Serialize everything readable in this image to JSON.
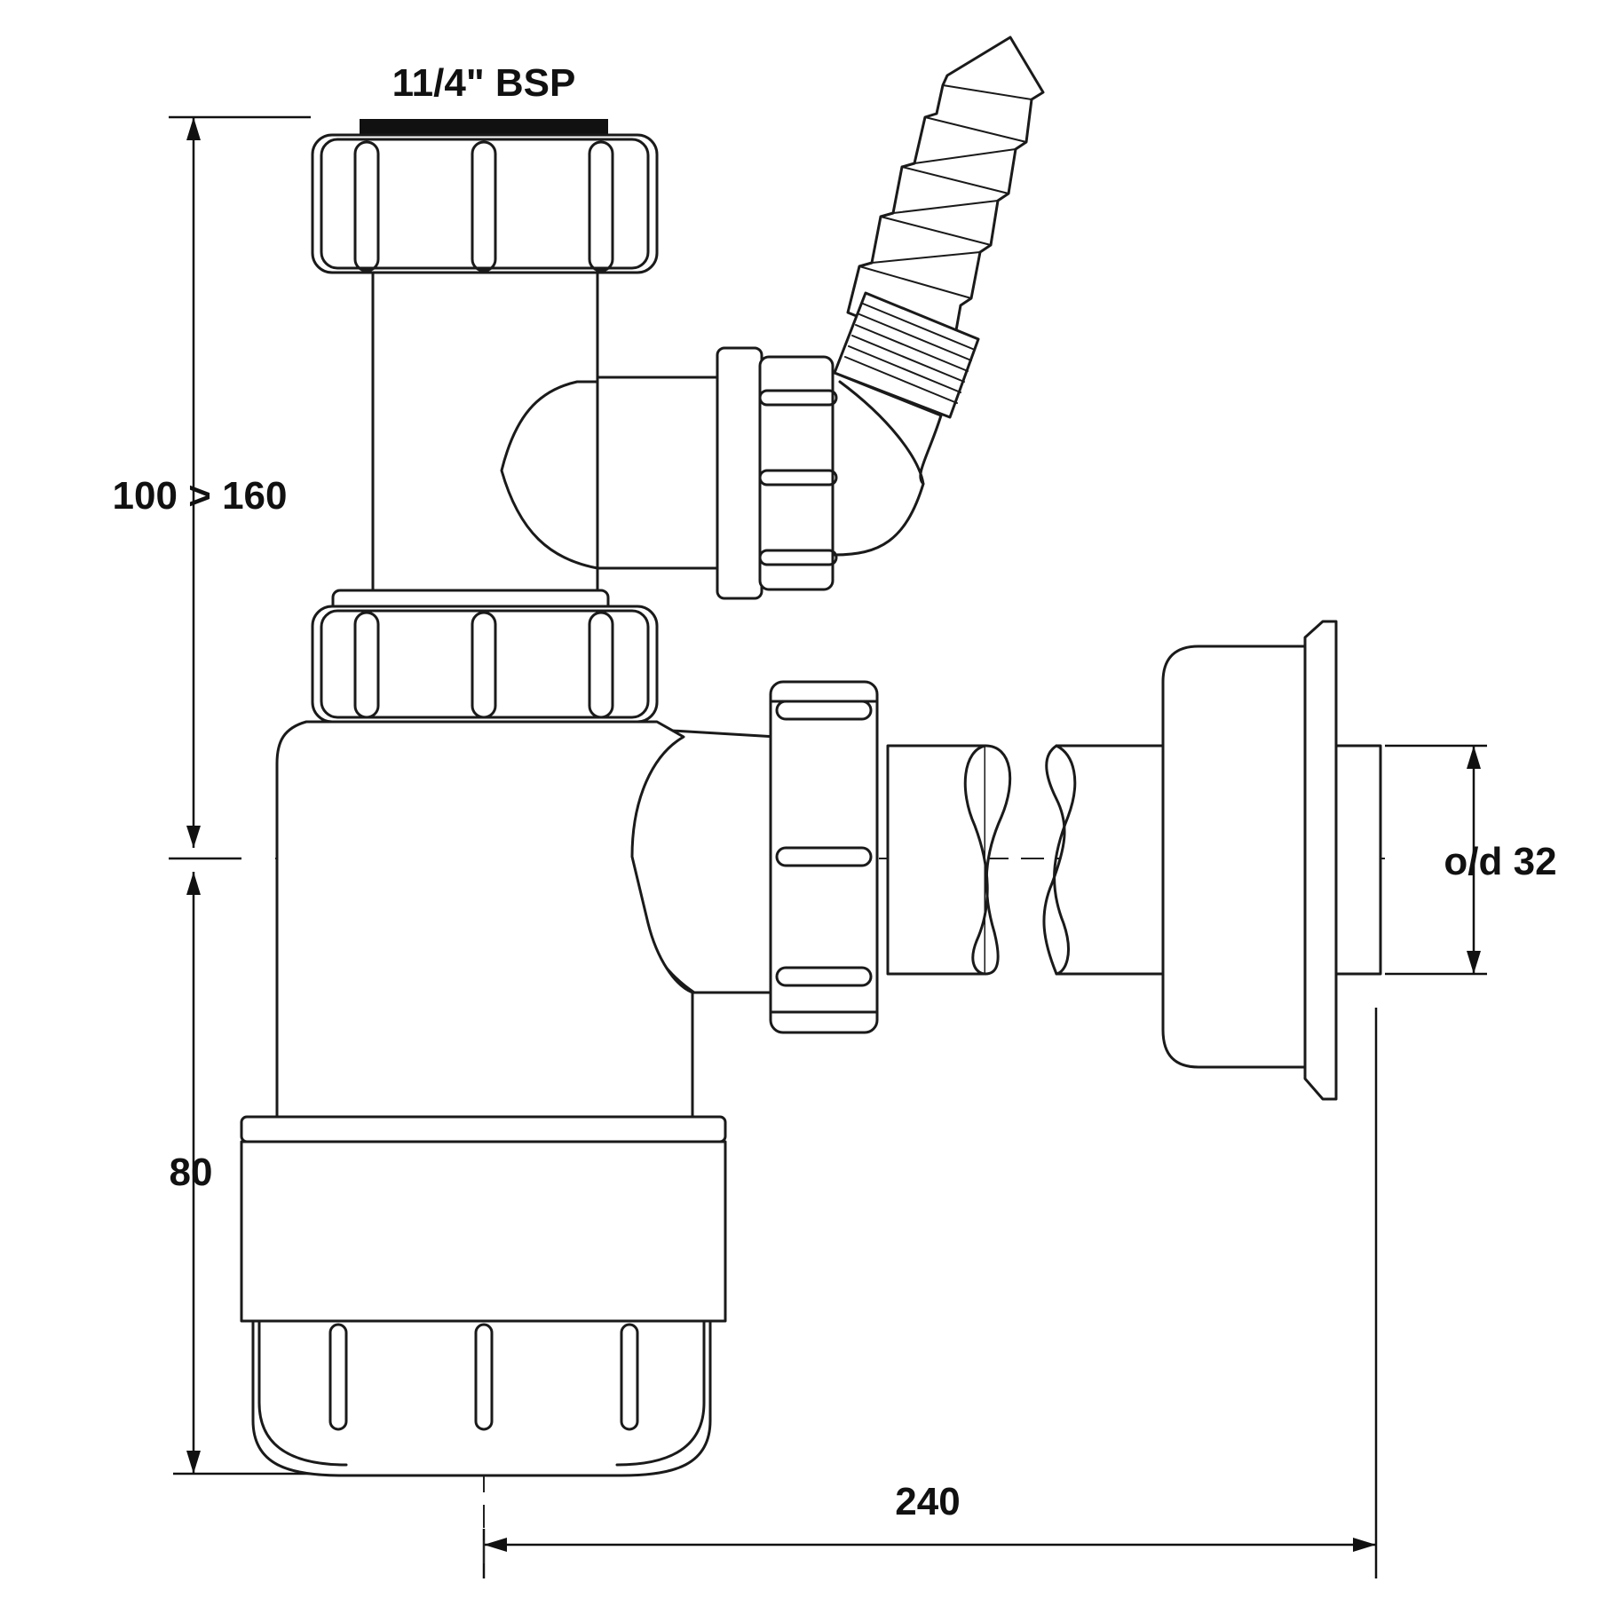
{
  "labels": {
    "thread": "11/4\" BSP",
    "height_range": "100 > 160",
    "water_seal": "80",
    "outlet_od": "o/d 32",
    "outlet_reach": "240"
  },
  "colors": {
    "line": "#1a1a1a",
    "background": "#ffffff",
    "gasket": "#111111"
  }
}
